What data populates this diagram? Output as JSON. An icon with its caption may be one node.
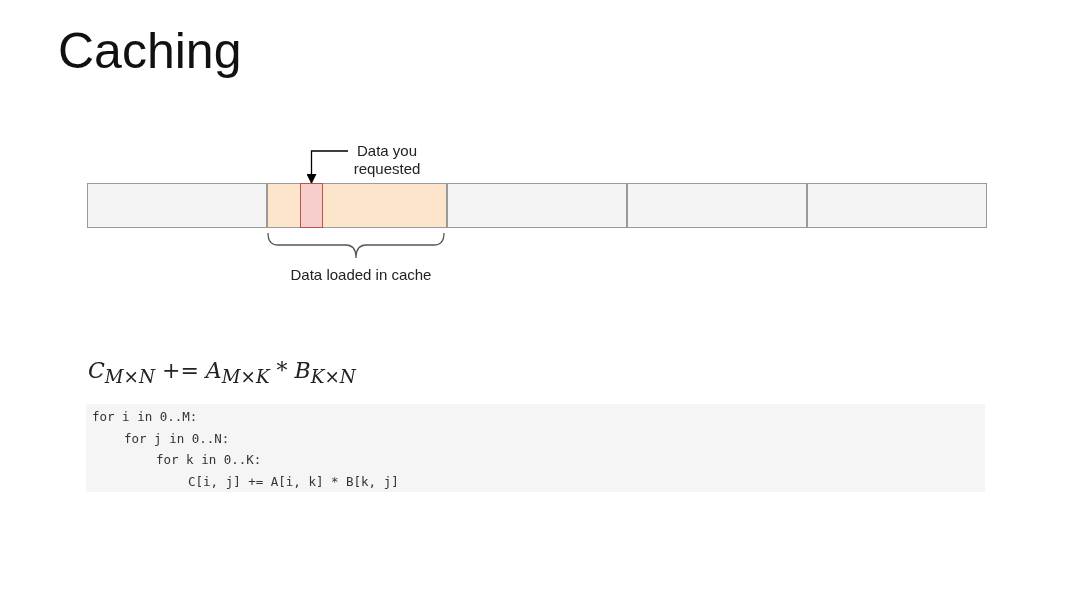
{
  "diagram": {
    "title": "Caching",
    "nodes": [
      {
        "text": [
          "Data you requested"
        ]
      },
      {
        "text": [],
        "shape": "box"
      }
    ],
    "edges": [
      {
        "from": 0,
        "to": 1,
        "arrow": "to"
      }
    ],
    "labels": [
      "Data loaded in cache",
      "C$_{M×N}$ += A$_{M×K}$ * B$_{K×N}$",
      "for i in 0..M:",
      "for j in 0..N:",
      "for k in 0..K:",
      "C[i, j] += A[i, k] * B[k, j]"
    ]
  }
}
